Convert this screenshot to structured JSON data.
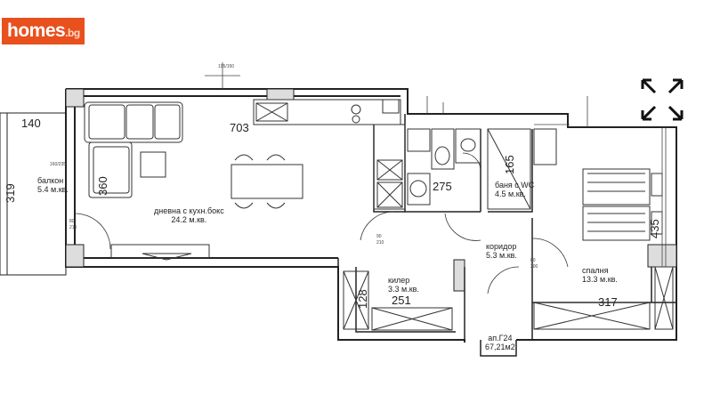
{
  "logo": {
    "text": "homes",
    "suffix": ".bg"
  },
  "rooms": {
    "balcony": {
      "name": "балкон",
      "area": "5.4 м.кв."
    },
    "living": {
      "name": "дневна с кухн.бокс",
      "area": "24.2 м.кв."
    },
    "bathroom": {
      "name": "баня с WC",
      "area": "4.5 м.кв."
    },
    "corridor": {
      "name": "коридор",
      "area": "5.3 м.кв."
    },
    "storage": {
      "name": "килер",
      "area": "3.3 м.кв."
    },
    "bedroom": {
      "name": "спалня",
      "area": "13.3 м.кв."
    },
    "apartment": {
      "name": "ап.Г24",
      "area": "67,21м2"
    }
  },
  "dimensions": {
    "d140": "140",
    "d319": "319",
    "d703": "703",
    "d360": "360",
    "d275": "275",
    "d165": "165",
    "d435": "435",
    "d128": "128",
    "d251": "251",
    "d317": "317"
  },
  "small_labels": {
    "window_top": "195/150",
    "window_balcony": "160/235",
    "door_80_210_a": "80",
    "door_80_210_b": "210",
    "door_90_210_a": "90",
    "door_90_210_b": "210",
    "door_80_200_a": "80",
    "door_80_200_b": "200"
  },
  "icons": {
    "expand": "expand-arrows-icon"
  }
}
